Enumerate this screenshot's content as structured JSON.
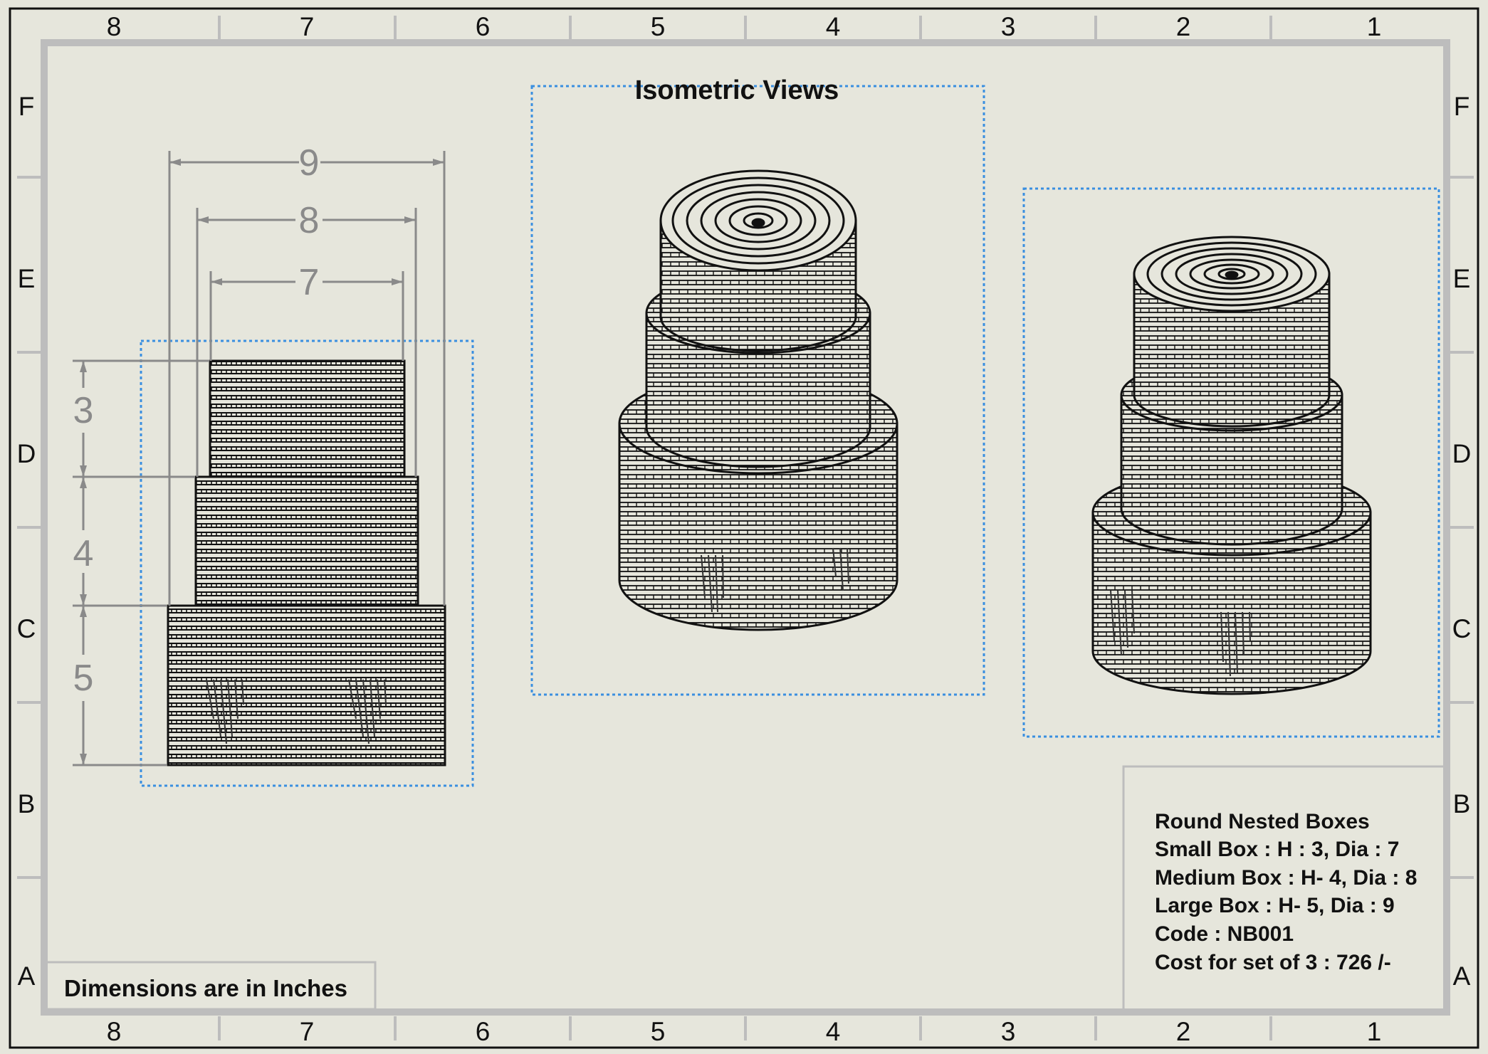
{
  "drawing": {
    "zone_columns": [
      "8",
      "7",
      "6",
      "5",
      "4",
      "3",
      "2",
      "1"
    ],
    "zone_rows": [
      "F",
      "E",
      "D",
      "C",
      "B",
      "A"
    ],
    "iso_title": "Isometric Views",
    "dimension_note": "Dimensions are in Inches",
    "dimensions": {
      "width_large": "9",
      "width_medium": "8",
      "width_small": "7",
      "height_small": "3",
      "height_medium": "4",
      "height_large": "5"
    },
    "title_block": {
      "line1": "Round Nested Boxes",
      "line2": "Small Box : H : 3, Dia : 7",
      "line3": "Medium Box : H- 4, Dia :  8",
      "line4": "Large Box : H- 5, Dia :  9",
      "line5": "Code : NB001",
      "line6": "Cost for set of 3 : 726 /-"
    }
  },
  "colors": {
    "paper": "#e6e6dc",
    "view_border": "#3a8fe0",
    "dimension": "#8a8a8a",
    "line": "#111111"
  }
}
